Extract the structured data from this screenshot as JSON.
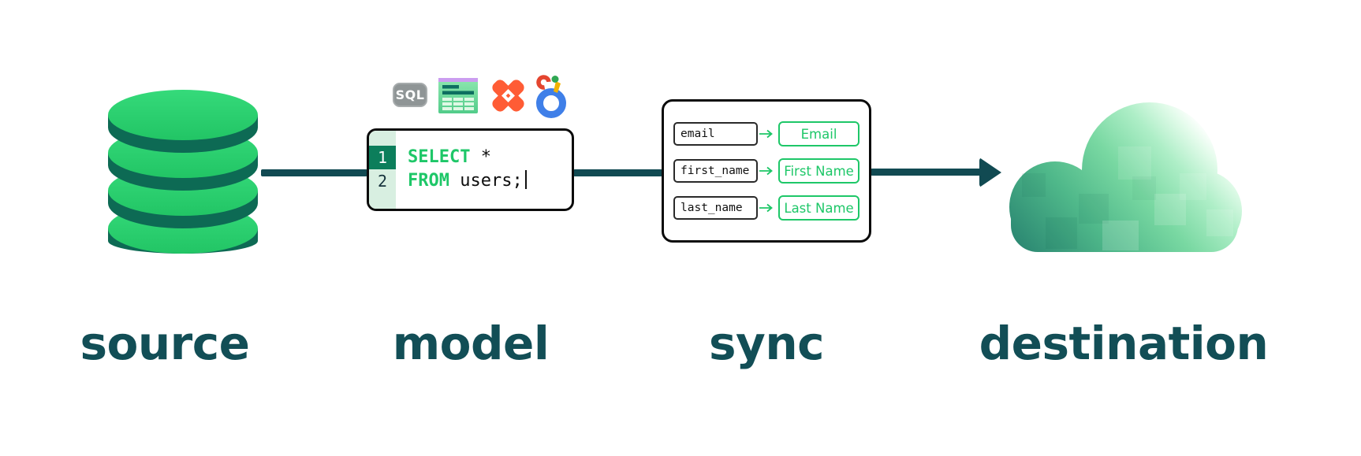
{
  "stages": [
    {
      "id": "source",
      "label": "source"
    },
    {
      "id": "model",
      "label": "model"
    },
    {
      "id": "sync",
      "label": "sync"
    },
    {
      "id": "destination",
      "label": "destination"
    }
  ],
  "model": {
    "badge_label": "SQL",
    "toolbar_icons": [
      "sql-badge",
      "spreadsheet-icon",
      "dbt-icon",
      "looker-icon"
    ],
    "code": {
      "lines": [
        {
          "number": "1",
          "keyword": "SELECT",
          "rest": " *"
        },
        {
          "number": "2",
          "keyword": "FROM",
          "rest": " users;"
        }
      ],
      "active_line": "1"
    }
  },
  "sync": {
    "mappings": [
      {
        "source": "email",
        "destination": "Email"
      },
      {
        "source": "first_name",
        "destination": "First Name"
      },
      {
        "source": "last_name",
        "destination": "Last Name"
      }
    ]
  },
  "colors": {
    "green": "#1ec768",
    "teal_dark": "#114a52",
    "label_teal": "#124e56",
    "gutter_bg": "#d8efe1",
    "active_line_bg": "#0c7e5b",
    "badge_gray": "#8f9596",
    "dbt_orange": "#ff5c35",
    "looker_blue": "#3f7fe8",
    "cylinder_green": "#2ad170",
    "cylinder_shadow": "#0d6a54"
  }
}
